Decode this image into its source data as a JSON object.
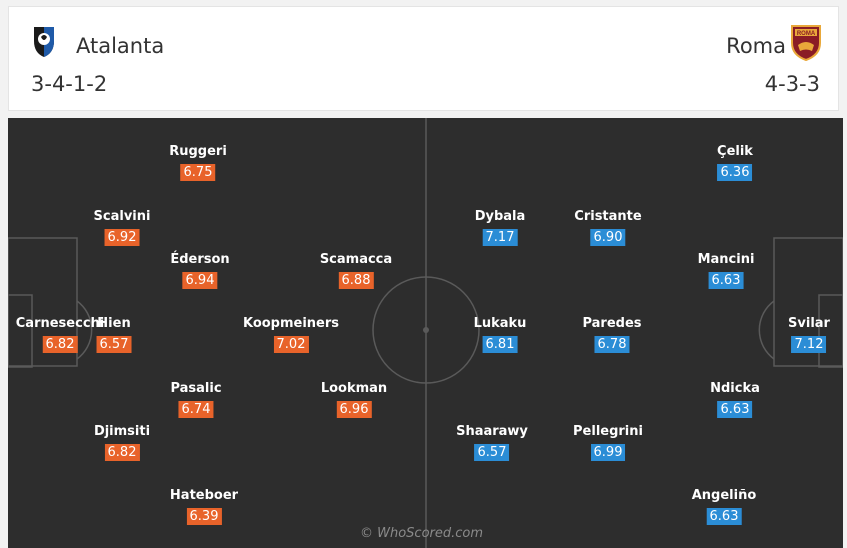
{
  "home": {
    "name": "Atalanta",
    "formation": "3-4-1-2",
    "color": "#e8632a",
    "badge_icon": "atalanta-crest-icon",
    "players": [
      {
        "name": "Ruggeri",
        "rating": "6.75"
      },
      {
        "name": "Scalvini",
        "rating": "6.92"
      },
      {
        "name": "Éderson",
        "rating": "6.94"
      },
      {
        "name": "Scamacca",
        "rating": "6.88"
      },
      {
        "name": "Carnesecchi",
        "rating": "6.82"
      },
      {
        "name": "Hien",
        "rating": "6.57"
      },
      {
        "name": "Koopmeiners",
        "rating": "7.02"
      },
      {
        "name": "Pasalic",
        "rating": "6.74"
      },
      {
        "name": "Lookman",
        "rating": "6.96"
      },
      {
        "name": "Djimsiti",
        "rating": "6.82"
      },
      {
        "name": "Hateboer",
        "rating": "6.39"
      }
    ]
  },
  "away": {
    "name": "Roma",
    "formation": "4-3-3",
    "color": "#2b8dd6",
    "badge_icon": "roma-crest-icon",
    "badge_text": "ROMA",
    "players": [
      {
        "name": "Çelik",
        "rating": "6.36"
      },
      {
        "name": "Dybala",
        "rating": "7.17"
      },
      {
        "name": "Cristante",
        "rating": "6.90"
      },
      {
        "name": "Mancini",
        "rating": "6.63"
      },
      {
        "name": "Lukaku",
        "rating": "6.81"
      },
      {
        "name": "Paredes",
        "rating": "6.78"
      },
      {
        "name": "Svilar",
        "rating": "7.12"
      },
      {
        "name": "Ndicka",
        "rating": "6.63"
      },
      {
        "name": "Shaarawy",
        "rating": "6.57"
      },
      {
        "name": "Pellegrini",
        "rating": "6.99"
      },
      {
        "name": "Angeliño",
        "rating": "6.63"
      }
    ]
  },
  "pitch": {
    "background": "#2d2d2d",
    "line_color": "#5a5a5a"
  },
  "watermark": "© WhoScored.com"
}
